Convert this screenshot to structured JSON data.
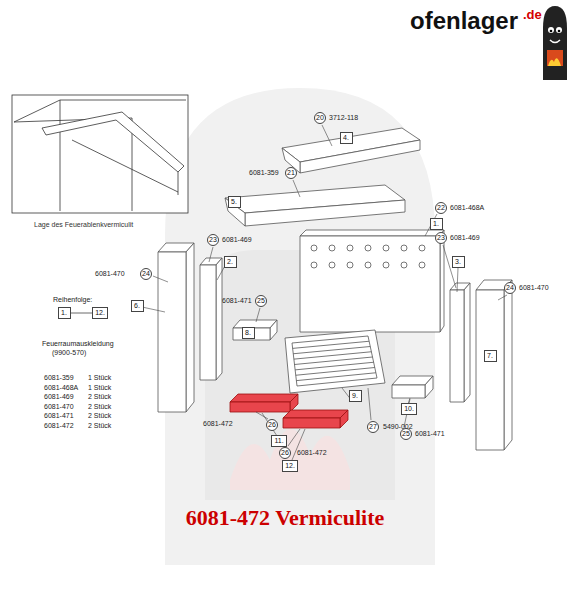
{
  "diagram": {
    "title": "6081-472 Vermiculite",
    "nodes": [
      {
        "text": [
          "20"
        ]
      },
      {
        "text": [
          "4."
        ]
      },
      {
        "text": [
          "21"
        ]
      },
      {
        "text": [
          "5."
        ]
      },
      {
        "text": [
          "22"
        ]
      },
      {
        "text": [
          "1."
        ]
      },
      {
        "text": [
          "23"
        ]
      },
      {
        "text": [
          "23"
        ]
      },
      {
        "text": [
          "2."
        ]
      },
      {
        "text": [
          "3."
        ]
      },
      {
        "text": [
          "24"
        ]
      },
      {
        "text": [
          "24"
        ]
      },
      {
        "text": [
          "25"
        ]
      },
      {
        "text": [
          "1."
        ]
      },
      {
        "text": [
          "12."
        ]
      },
      {
        "text": [
          "6."
        ]
      },
      {
        "text": [
          "8."
        ]
      },
      {
        "text": [
          "7."
        ]
      },
      {
        "text": [
          "9."
        ]
      },
      {
        "text": [
          "10."
        ]
      },
      {
        "text": [
          "26"
        ]
      },
      {
        "text": [
          "27"
        ]
      },
      {
        "text": [
          "25"
        ]
      },
      {
        "text": [
          "11."
        ]
      },
      {
        "text": [
          "26"
        ]
      },
      {
        "text": [
          "12."
        ]
      }
    ],
    "edges": [
      {
        "from": 13,
        "to": 14,
        "arrow": "none"
      }
    ],
    "labels": [
      "ofenlager",
      ".de",
      "Lage des Feuerablenkvermiculit",
      "3712-118",
      "6081-359",
      "6081-468A",
      "6081-469",
      "6081-469",
      "6081-470",
      "6081-470",
      "6081-471",
      "Reihenfolge:",
      "Feuerraumauskleidung",
      "(9900-570)",
      "6081-359",
      "1 Stück",
      "6081-468A",
      "1 Stück",
      "6081-469",
      "2 Stück",
      "6081-470",
      "2 Stück",
      "6081-471",
      "2 Stück",
      "6081-472",
      "2 Stück",
      "6081-472",
      "5490-002",
      "6081-471",
      "6081-472"
    ]
  }
}
